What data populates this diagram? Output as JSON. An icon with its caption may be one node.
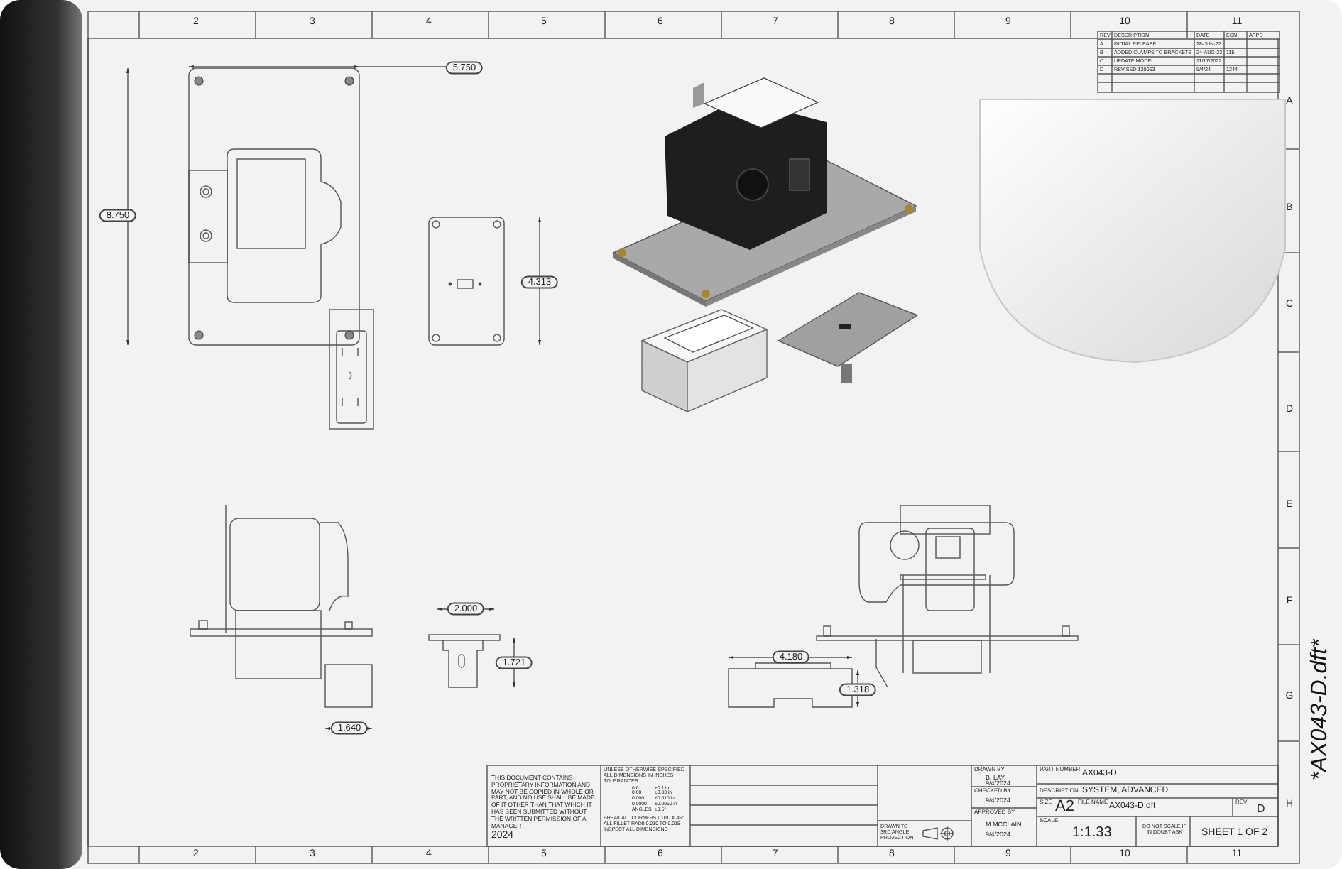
{
  "diagram": {
    "labels": [
      "2",
      "3",
      "4",
      "5",
      "6",
      "7",
      "8",
      "9",
      "10",
      "11",
      "A",
      "B",
      "C",
      "D",
      "E",
      "F",
      "G",
      "H",
      "REV",
      "DESCRIPTION",
      "DATE",
      "ECN",
      "APPD",
      "A",
      "INITIAL RELEASE",
      "28-JUN-22",
      "B",
      "ADDED CLAMPS TO BRACKETS",
      "24-AUG-22",
      "115",
      "C",
      "UPDATE MODEL",
      "11/17/2022",
      "D",
      "REVISED 120063",
      "9/4/24",
      "1244",
      "5.750",
      "8.750",
      "4.313",
      "2.000",
      "1.721",
      "1.640",
      "4.180",
      "1.318",
      "*AX043-D.dft*",
      "THIS DOCUMENT CONTAINS PROPRIETARY INFORMATION AND MAY NOT BE COPIED IN WHOLE OR PART, AND NO USE SHALL BE MADE OF IT OTHER THAN THAT WHICH IT HAS BEEN SUBMITTED WITHOUT THE WRITTEN PERMISSION OF A MANAGER",
      "2024",
      "UNLESS OTHERWISE SPECIFIED ALL DIMENSIONS IN INCHES TOLERANCES:",
      "0.0",
      "±0.1 in",
      "0.00",
      "±0.03 in",
      "0.000",
      "±0.010 in",
      "0.0000",
      "±0.0050 in",
      "ANGLES",
      "±0.5°",
      "BREAK ALL CORNERS 0.010 X 45° ALL FILLET RADII 0.010 TO 0.015 INSPECT ALL DIMENSIONS",
      "DRAWN TO 3RD ANGLE PROJECTION",
      "DRAWN BY",
      "B. LAY",
      "9/4/2024",
      "CHECKED BY",
      "9/4/2024",
      "APPROVED BY",
      "M.MCCLAIN",
      "9/4/2024",
      "PART NUMBER",
      "AX043-D",
      "DESCRIPTION",
      "SYSTEM, ADVANCED",
      "SIZE",
      "A2",
      "FILE NAME",
      "AX043-D.dft",
      "REV",
      "D",
      "SCALE",
      "1:1.33",
      "DO NOT SCALE IF IN DOUBT ASK",
      "SHEET 1 OF 2",
      "2",
      "3",
      "4",
      "5",
      "6",
      "7",
      "8",
      "9",
      "10",
      "11"
    ]
  }
}
